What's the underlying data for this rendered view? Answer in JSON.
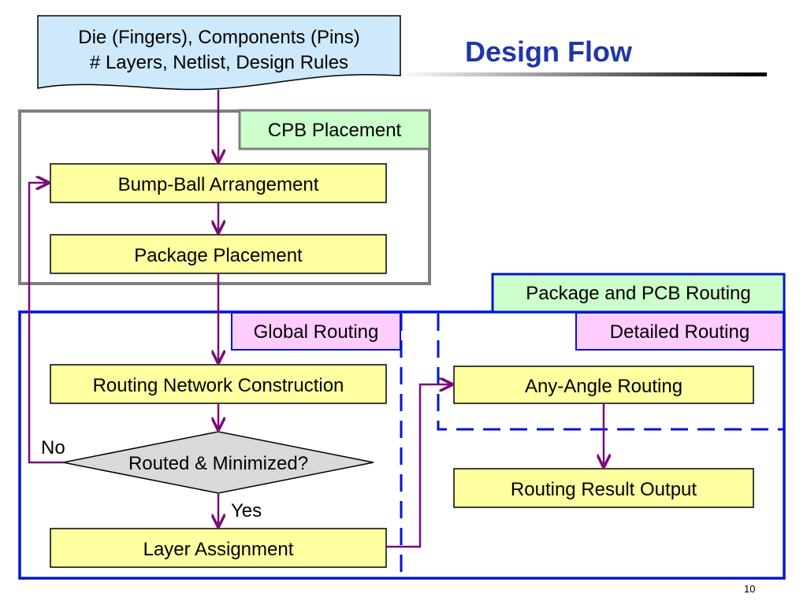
{
  "slide": {
    "title": "Design Flow",
    "page_number": "10"
  },
  "input": {
    "line1": "Die (Fingers), Components (Pins)",
    "line2": "# Layers, Netlist, Design Rules"
  },
  "groups": {
    "cpb_placement": "CPB Placement",
    "package_pcb_routing": "Package and PCB Routing",
    "global_routing": "Global Routing",
    "detailed_routing": "Detailed Routing"
  },
  "steps": {
    "bump_ball": "Bump-Ball Arrangement",
    "package_placement": "Package Placement",
    "routing_network": "Routing Network Construction",
    "decision": "Routed & Minimized?",
    "layer_assignment": "Layer Assignment",
    "any_angle": "Any-Angle Routing",
    "result_output": "Routing Result Output"
  },
  "edge_labels": {
    "no": "No",
    "yes": "Yes"
  },
  "colors": {
    "title": "#1f37a6",
    "input_fill": "#cde9fb",
    "step_fill": "#ffffa0",
    "cpb_label_fill": "#ccffcc",
    "routing_label_fill": "#ffccff",
    "package_label_fill": "#ccffcc",
    "arrow": "#7a0a7a",
    "blue_frame": "#0014d2",
    "gray_frame": "#7f7f7f"
  }
}
